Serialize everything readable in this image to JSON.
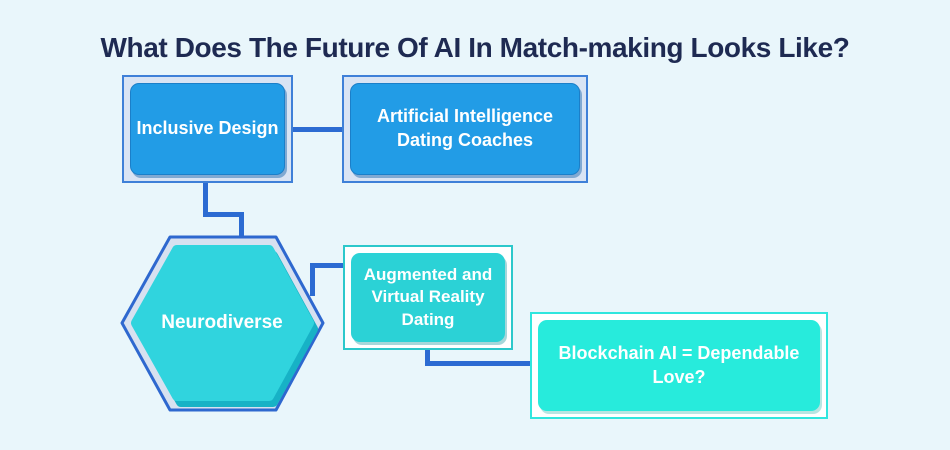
{
  "title": "What Does The Future Of AI In Match-making Looks Like?",
  "diagram": {
    "nodes": [
      {
        "id": "inclusive-design",
        "label": "Inclusive Design",
        "shape": "rectangle",
        "fill": "#229ce6"
      },
      {
        "id": "ai-dating-coaches",
        "label": "Artificial Intelligence Dating Coaches",
        "shape": "rectangle",
        "fill": "#229ce6"
      },
      {
        "id": "neurodiverse",
        "label": "Neurodiverse",
        "shape": "hexagon",
        "fill": "#30d4de"
      },
      {
        "id": "ar-vr-dating",
        "label": "Augmented and Virtual Reality Dating",
        "shape": "rectangle",
        "fill": "#2bd2d6"
      },
      {
        "id": "blockchain-love",
        "label": "Blockchain AI = Dependable Love?",
        "shape": "rectangle",
        "fill": "#27ebdc"
      }
    ],
    "edges": [
      {
        "from": "inclusive-design",
        "to": "ai-dating-coaches"
      },
      {
        "from": "inclusive-design",
        "to": "neurodiverse"
      },
      {
        "from": "neurodiverse",
        "to": "ar-vr-dating"
      },
      {
        "from": "ar-vr-dating",
        "to": "blockchain-love"
      }
    ]
  },
  "colors": {
    "background": "#e9f6fb",
    "title_text": "#1e2a52",
    "connector": "#2c6bd2",
    "node_text": "#ffffff",
    "blue_node_border": "#3f80d8",
    "teal_node_border": "#2cc8cb",
    "bright_teal_node_border": "#30e6de",
    "hexagon_border": "#2e68cf"
  }
}
